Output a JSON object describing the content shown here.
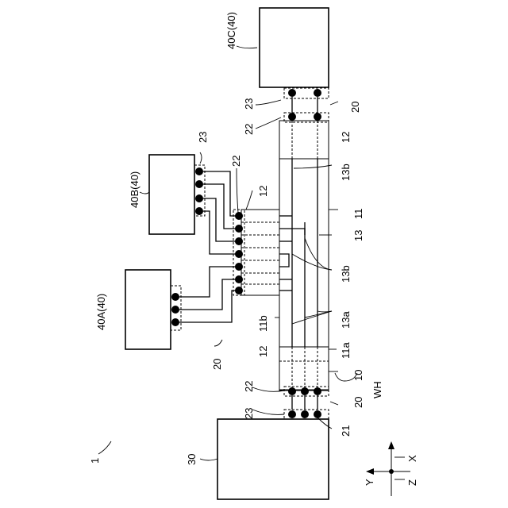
{
  "figure": {
    "ref_1": "1",
    "ref_10": "10",
    "ref_11": "11",
    "ref_11a": "11a",
    "ref_11b": "11b",
    "ref_12": "12",
    "ref_13": "13",
    "ref_13a": "13a",
    "ref_13b": "13b",
    "ref_20": "20",
    "ref_21": "21",
    "ref_22": "22",
    "ref_23": "23",
    "ref_30": "30",
    "ref_40A": "40A(40)",
    "ref_40B": "40B(40)",
    "ref_40C": "40C(40)",
    "ref_WH": "WH",
    "axis_x": "X",
    "axis_y": "Y",
    "axis_z": "Z"
  }
}
